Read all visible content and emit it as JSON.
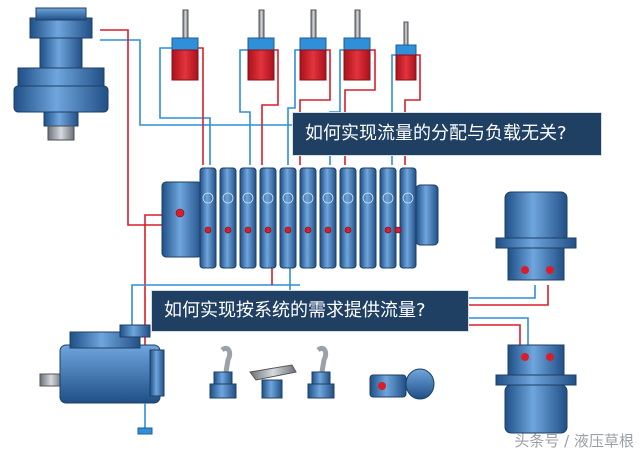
{
  "question_1": "如何实现流量的分配与负载无关?",
  "question_2": "如何实现按系统的需求提供流量?",
  "watermark": "头条号 / 液压草根",
  "colors": {
    "pressure_line": "#d81e2c",
    "return_line": "#2f8fd8",
    "component_blue": "#3d78b8",
    "cylinder_red": "#d4232f",
    "label_bg": "#1f3f63",
    "label_text": "#ffffff"
  }
}
